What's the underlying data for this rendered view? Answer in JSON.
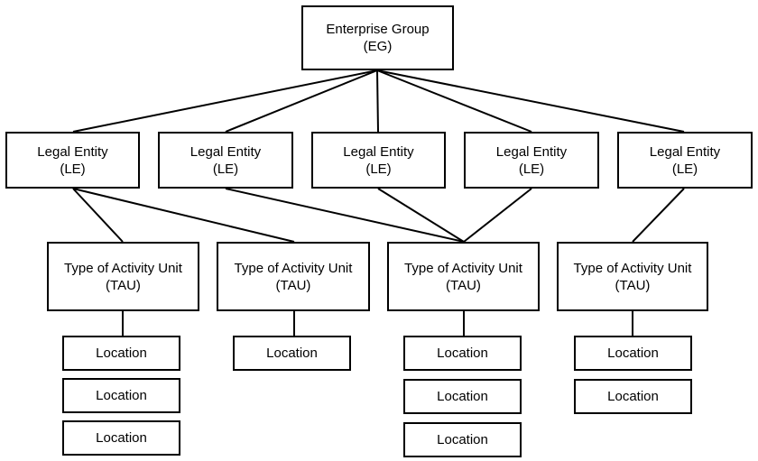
{
  "enterprise_group": {
    "line1": "Enterprise Group",
    "line2": "(EG)"
  },
  "legal_entities": [
    {
      "line1": "Legal Entity",
      "line2": "(LE)"
    },
    {
      "line1": "Legal Entity",
      "line2": "(LE)"
    },
    {
      "line1": "Legal Entity",
      "line2": "(LE)"
    },
    {
      "line1": "Legal Entity",
      "line2": "(LE)"
    },
    {
      "line1": "Legal Entity",
      "line2": "(LE)"
    }
  ],
  "activity_units": [
    {
      "line1": "Type of Activity Unit",
      "line2": "(TAU)",
      "locations": [
        "Location",
        "Location",
        "Location"
      ]
    },
    {
      "line1": "Type of Activity Unit",
      "line2": "(TAU)",
      "locations": [
        "Location"
      ]
    },
    {
      "line1": "Type of Activity Unit",
      "line2": "(TAU)",
      "locations": [
        "Location",
        "Location",
        "Location"
      ]
    },
    {
      "line1": "Type of Activity Unit",
      "line2": "(TAU)",
      "locations": [
        "Location",
        "Location"
      ]
    }
  ],
  "colors": {
    "stroke": "#000000",
    "background": "#ffffff",
    "text": "#000000"
  }
}
